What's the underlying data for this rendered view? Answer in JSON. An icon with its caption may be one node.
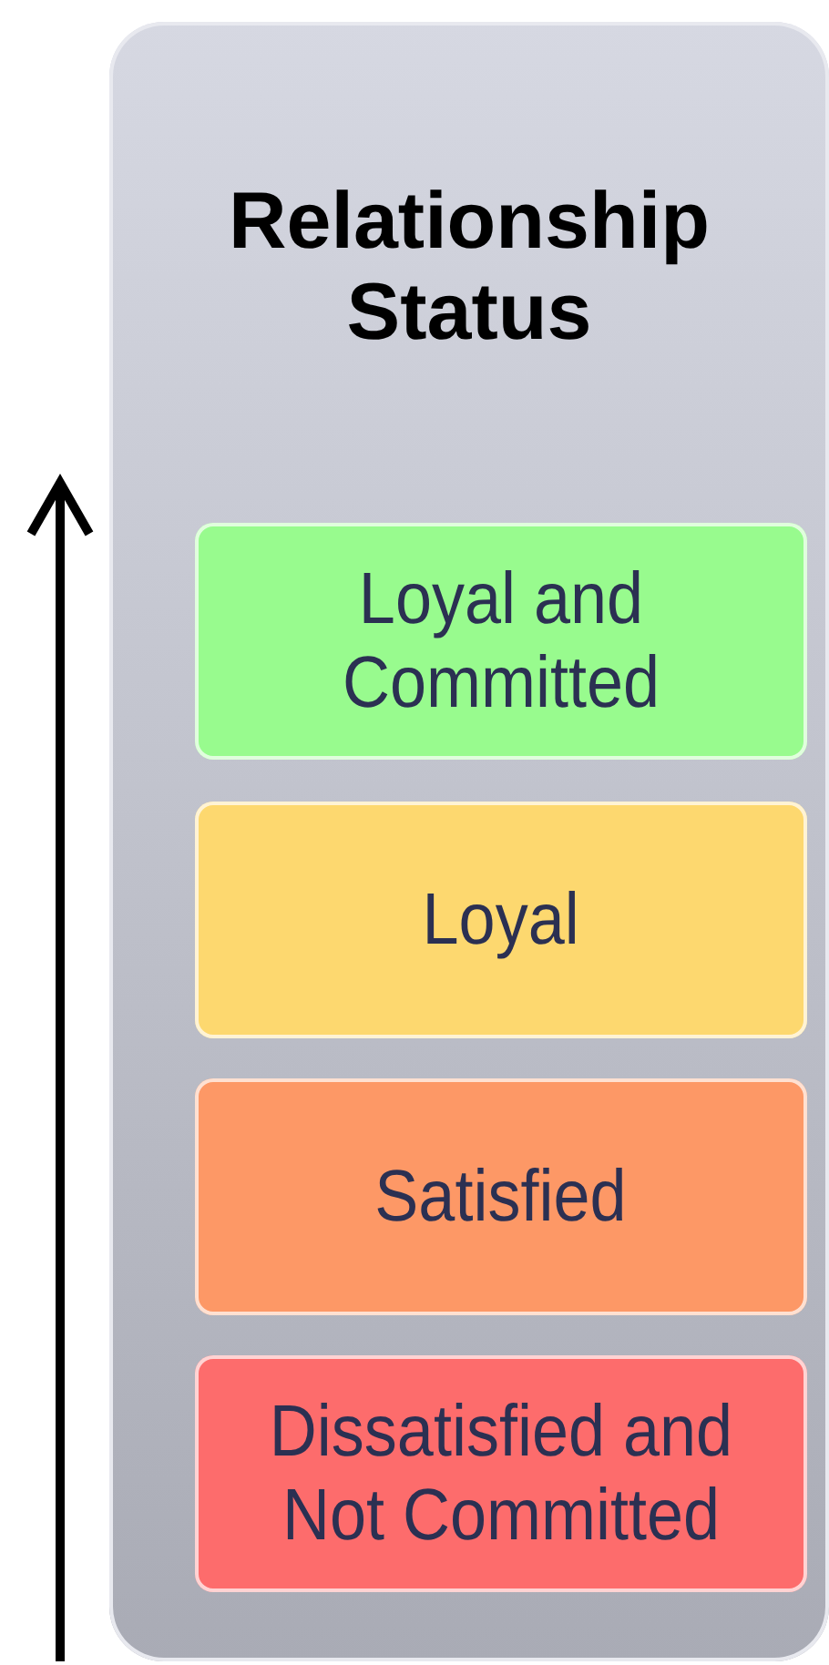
{
  "diagram": {
    "nodes": [
      {
        "text": [
          "Relationship Status"
        ]
      },
      {
        "text": [
          "Loyal and Committed"
        ],
        "in": 0
      },
      {
        "text": [
          "Loyal"
        ],
        "in": 0
      },
      {
        "text": [
          "Satisfied"
        ],
        "in": 0
      },
      {
        "text": [
          "Dissatisfied and Not Committed"
        ],
        "in": 0
      }
    ]
  }
}
